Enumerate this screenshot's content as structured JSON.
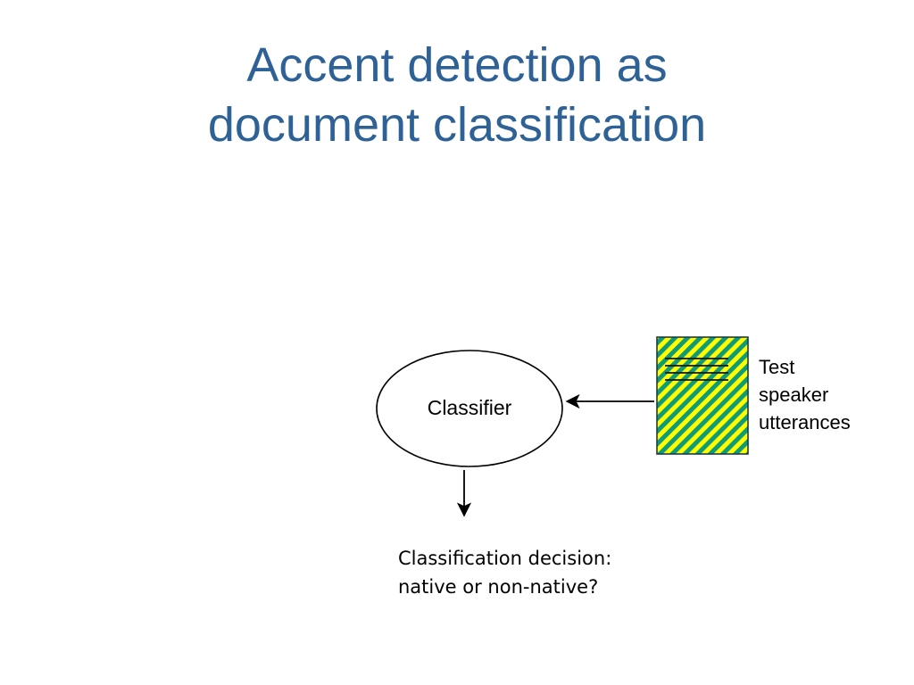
{
  "slide": {
    "background_color": "#ffffff",
    "title": "Accent detection as\ndocument classification",
    "title_color": "#2e6296"
  },
  "diagram": {
    "type": "flow",
    "nodes": [
      {
        "id": "classifier",
        "shape": "ellipse",
        "label": "Classifier",
        "fill": "#ffffff",
        "stroke": "#000000"
      },
      {
        "id": "test-utterances",
        "shape": "document-rectangle",
        "label": "Test\nspeaker\nutterances",
        "fill_color": "#ffff00",
        "hatch_color": "#0f9b77",
        "stroke": "#1b3a4b",
        "text_line_count": 4
      },
      {
        "id": "decision",
        "shape": "text",
        "label": "Classification decision:\nnative or non-native?"
      }
    ],
    "edges": [
      {
        "id": "utterances-to-classifier",
        "from": "test-utterances",
        "to": "classifier",
        "direction": "left",
        "stroke": "#000000"
      },
      {
        "id": "classifier-to-decision",
        "from": "classifier",
        "to": "decision",
        "direction": "down",
        "stroke": "#000000"
      }
    ]
  }
}
